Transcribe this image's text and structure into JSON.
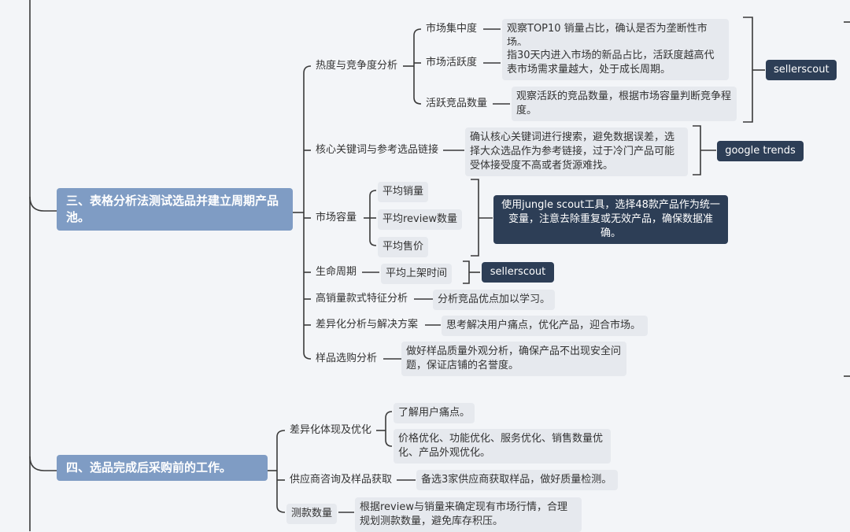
{
  "sections": [
    {
      "title": "三、表格分析法测试选品并建立周期产品池。",
      "branches": [
        {
          "label": "热度与竞争度分析",
          "children": [
            {
              "label": "市场集中度",
              "note": "观察TOP10 销量占比，确认是否为垄断性市场。"
            },
            {
              "label": "市场活跃度",
              "note": "指30天内进入市场的新品占比，活跃度越高代表市场需求量越大，处于成长周期。"
            },
            {
              "label": "活跃竞品数量",
              "note": "观察活跃的竞品数量，根据市场容量判断竞争程度。"
            }
          ],
          "tool": "sellerscout"
        },
        {
          "label": "核心关键词与参考选品链接",
          "note": "确认核心关键词进行搜索，避免数据误差，选择大众选品作为参考链接，过于冷门产品可能受体接受度不高或者货源难找。",
          "tool": "google trends"
        },
        {
          "label": "市场容量",
          "children": [
            {
              "label": "平均销量"
            },
            {
              "label": "平均review数量"
            },
            {
              "label": "平均售价"
            }
          ],
          "tool": "使用jungle scout工具，选择48款产品作为统一变量，注意去除重复或无效产品，确保数据准确。"
        },
        {
          "label": "生命周期",
          "children": [
            {
              "label": "平均上架时间"
            }
          ],
          "tool": "sellerscout"
        },
        {
          "label": "高销量款式特征分析",
          "note": "分析竞品优点加以学习。"
        },
        {
          "label": "差异化分析与解决方案",
          "note": "思考解决用户痛点，优化产品，迎合市场。"
        },
        {
          "label": "样品选购分析",
          "note": "做好样品质量外观分析，确保产品不出现安全问题，保证店铺的名誉度。"
        }
      ]
    },
    {
      "title": "四、选品完成后采购前的工作。",
      "branches": [
        {
          "label": "差异化体现及优化",
          "children": [
            {
              "label": "了解用户痛点。"
            },
            {
              "label": "价格优化、功能优化、服务优化、销售数量优化、产品外观优化。"
            }
          ]
        },
        {
          "label": "供应商咨询及样品获取",
          "note": "备选3家供应商获取样品，做好质量检测。"
        },
        {
          "label": "测款数量",
          "note": "根据review与销量来确定现有市场行情，合理规划测款数量，避免库存积压。"
        }
      ]
    }
  ],
  "colors": {
    "main_node": "#7f9cc4",
    "tool_node": "#2d3e56",
    "leaf_bg": "#e6e9ee",
    "line": "#3a3a3a"
  }
}
